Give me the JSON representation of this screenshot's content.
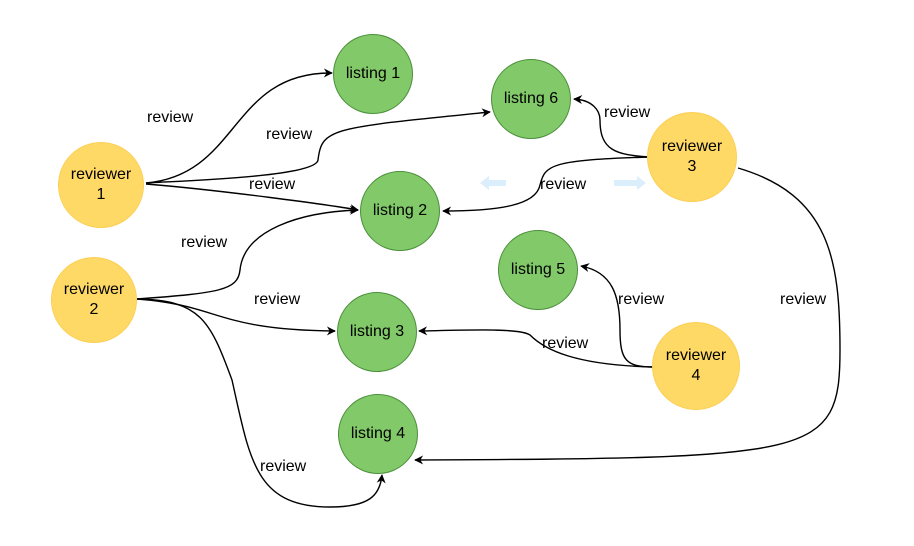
{
  "nodes": {
    "reviewer_1": {
      "line1": "reviewer",
      "line2": "1"
    },
    "reviewer_2": {
      "line1": "reviewer",
      "line2": "2"
    },
    "reviewer_3": {
      "line1": "reviewer",
      "line2": "3"
    },
    "reviewer_4": {
      "line1": "reviewer",
      "line2": "4"
    },
    "listing_1": "listing 1",
    "listing_2": "listing 2",
    "listing_3": "listing 3",
    "listing_4": "listing 4",
    "listing_5": "listing 5",
    "listing_6": "listing 6"
  },
  "edges": [
    {
      "from": "reviewer 1",
      "to": "listing 1",
      "label": "review"
    },
    {
      "from": "reviewer 1",
      "to": "listing 6",
      "label": "review"
    },
    {
      "from": "reviewer 1",
      "to": "listing 2",
      "label": "review"
    },
    {
      "from": "reviewer 2",
      "to": "listing 2",
      "label": "review"
    },
    {
      "from": "reviewer 2",
      "to": "listing 3",
      "label": "review"
    },
    {
      "from": "reviewer 2",
      "to": "listing 4",
      "label": "review"
    },
    {
      "from": "reviewer 3",
      "to": "listing 6",
      "label": "review"
    },
    {
      "from": "reviewer 3",
      "to": "listing 2",
      "label": "review"
    },
    {
      "from": "reviewer 3",
      "to": "listing 4",
      "label": "review"
    },
    {
      "from": "reviewer 4",
      "to": "listing 5",
      "label": "review"
    },
    {
      "from": "reviewer 4",
      "to": "listing 3",
      "label": "review"
    }
  ],
  "colors": {
    "reviewer_fill": "#ffd966",
    "listing_fill": "#82c96a",
    "listing_stroke": "#4a8f3a",
    "edge": "#000000",
    "hint_arrow": "#dbeefb"
  }
}
